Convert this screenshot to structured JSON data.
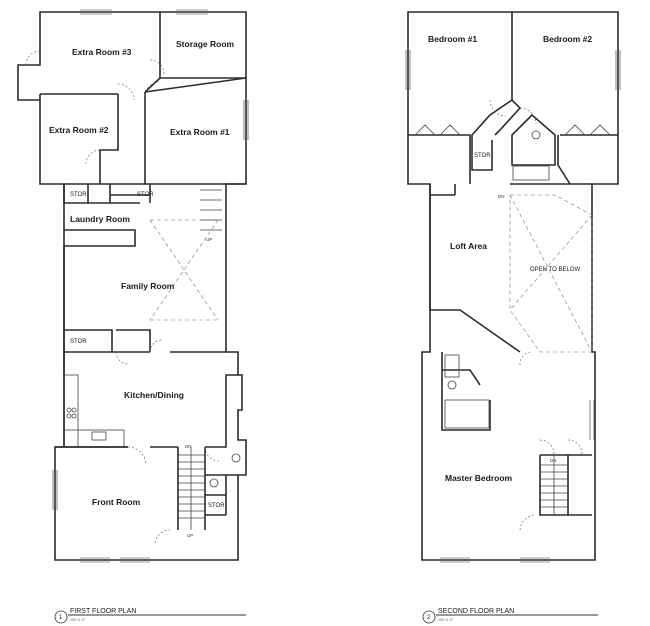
{
  "first_floor": {
    "rooms": {
      "extra_room_3": "Extra Room #3",
      "storage_room": "Storage Room",
      "extra_room_2": "Extra Room #2",
      "extra_room_1": "Extra Room #1",
      "laundry_room": "Laundry Room",
      "family_room": "Family Room",
      "kitchen_dining": "Kitchen/Dining",
      "front_room": "Front Room"
    },
    "stor_labels": [
      "STOR",
      "STOR",
      "STOR",
      "STOR"
    ],
    "stair_marks": [
      "UP",
      "DN",
      "UP"
    ],
    "title_number": "1",
    "title": "FIRST FLOOR PLAN",
    "scale": "1/8\"=1'-0\""
  },
  "second_floor": {
    "rooms": {
      "bedroom_1": "Bedroom #1",
      "bedroom_2": "Bedroom #2",
      "loft_area": "Loft Area",
      "open_to_below": "OPEN TO BELOW",
      "master_bedroom": "Master Bedroom"
    },
    "stor_label": "STOR",
    "stair_marks": [
      "DN",
      "DN"
    ],
    "title_number": "2",
    "title": "SECOND FLOOR PLAN",
    "scale": "1/8\"=1'-0\""
  }
}
